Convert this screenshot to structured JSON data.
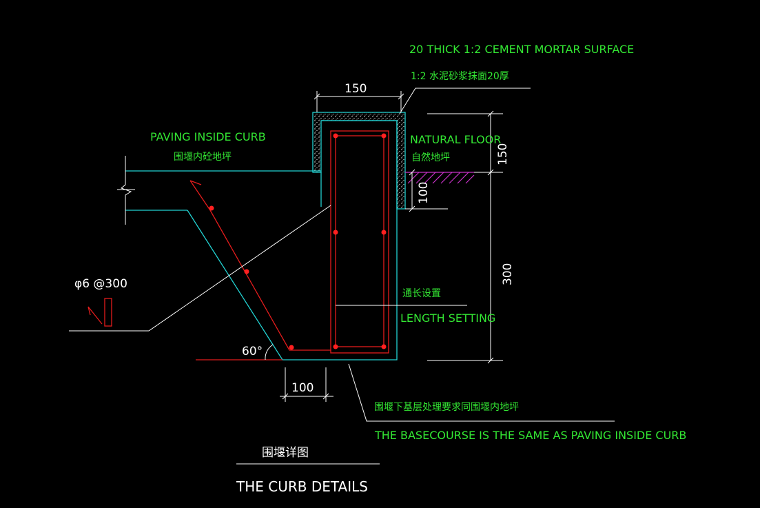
{
  "annotations": {
    "mortar_en": "20 THICK 1:2 CEMENT MORTAR SURFACE",
    "mortar_cn": "1:2 水泥砂浆抹面20厚",
    "paving_en": "PAVING INSIDE CURB",
    "paving_cn": "围堰内砼地坪",
    "natural_floor_en": "NATURAL FLOOR",
    "natural_floor_cn": "自然地坪",
    "rebar_spec": "φ6 @300",
    "length_cn": "通长设置",
    "length_en": "LENGTH SETTING",
    "basecourse_cn": "围堰下基层处理要求同围堰内地坪",
    "basecourse_en": "THE BASECOURSE IS THE SAME AS PAVING INSIDE CURB",
    "angle": "60°"
  },
  "dimensions": {
    "top_width": "150",
    "right_upper": "150",
    "right_lower": "300",
    "embed_depth": "100",
    "toe_width": "100"
  },
  "title": {
    "cn": "围堰详图",
    "en": "THE CURB DETAILS"
  },
  "colors": {
    "background": "#000000",
    "text_green": "#33e633",
    "outline_cyan": "#22d3d3",
    "rebar_red": "#e41c1c",
    "hatch_magenta": "#c832c8",
    "linework_white": "#ffffff"
  }
}
